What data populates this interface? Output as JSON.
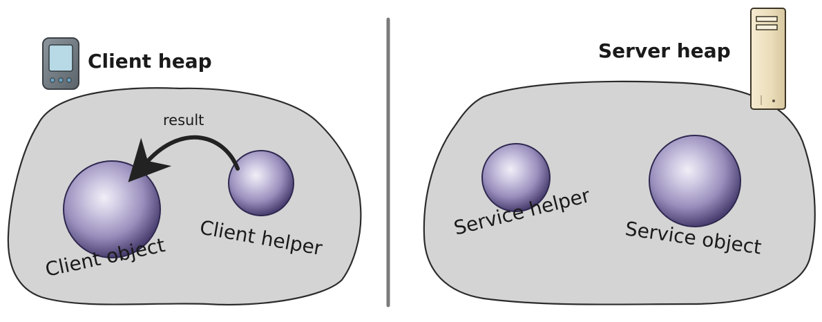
{
  "client": {
    "heap_label": "Client heap",
    "object_label": "Client object",
    "helper_label": "Client helper",
    "arrow_label": "result",
    "device_icon": "pda-icon"
  },
  "server": {
    "heap_label": "Server heap",
    "helper_label": "Service helper",
    "object_label": "Service object",
    "device_icon": "server-tower-icon"
  },
  "colors": {
    "heap_fill": "#d3d3d3",
    "heap_stroke": "#2b2b2b",
    "sphere_light": "#ebe8f4",
    "sphere_mid": "#a79dc6",
    "sphere_dark": "#4b3f72",
    "divider": "#777777",
    "server_case": "#efe3c3"
  }
}
